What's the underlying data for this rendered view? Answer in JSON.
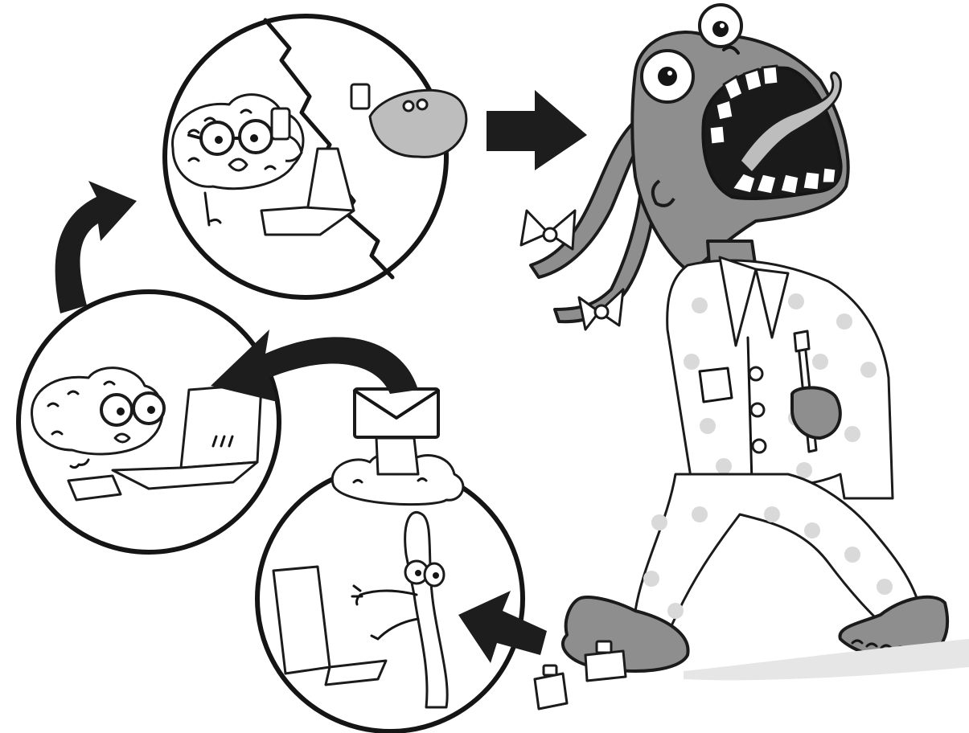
{
  "scene": {
    "panels": [
      {
        "id": "email-notification",
        "icon": "envelope-icon"
      },
      {
        "id": "brain-at-laptop",
        "icon": "brain-character"
      },
      {
        "id": "brain-with-phone",
        "icon": "brain-character"
      },
      {
        "id": "figure-at-laptop",
        "icon": "figure-character"
      }
    ],
    "main_character": "zombie-in-pajamas",
    "arrows": [
      "arrow-panel-to-panel",
      "arrow-to-zombie",
      "arrow-from-foot"
    ],
    "colors": {
      "ink": "#151515",
      "skin": "#8e8e8e",
      "pajama_dots": "#d9d9d9",
      "background": "#ffffff"
    }
  }
}
